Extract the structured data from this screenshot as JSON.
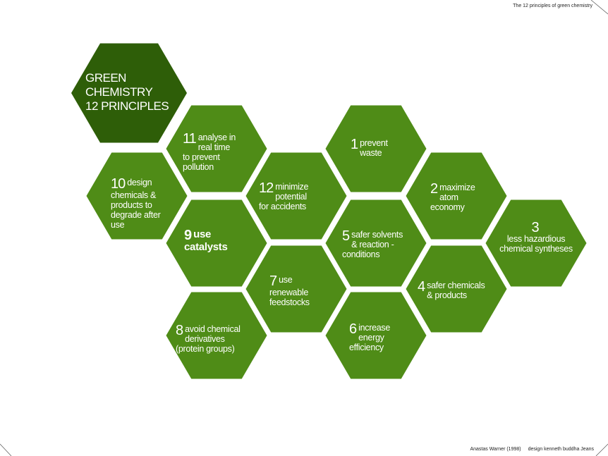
{
  "header": "The 12 principles of green chemistry",
  "title": "GREEN\nCHEMISTRY\n12 PRINCIPLES",
  "colors": {
    "hex": "#4f8c17",
    "title_hex": "#2e5e08"
  },
  "principles": [
    {
      "num": "1",
      "text": "prevent\nwaste"
    },
    {
      "num": "2",
      "text": "maximize\natom\neconomy"
    },
    {
      "num": "3",
      "text": "less hazardious\nchemical syntheses"
    },
    {
      "num": "4",
      "text": "safer chemicals\n& products"
    },
    {
      "num": "5",
      "text": "safer solvents\n& reaction -\nconditions"
    },
    {
      "num": "6",
      "text": "increase\nenergy\nefficiency"
    },
    {
      "num": "7",
      "text": "use\nrenewable\nfeedstocks"
    },
    {
      "num": "8",
      "text": "avoid chemical\nderivatives\n(protein groups)"
    },
    {
      "num": "9",
      "text": "use\ncatalysts"
    },
    {
      "num": "10",
      "text": "design\nchemicals &\nproducts to\ndegrade after\nuse"
    },
    {
      "num": "11",
      "text": "analyse in\nreal time\nto prevent\npollution"
    },
    {
      "num": "12",
      "text": "minimize\npotential\nfor accidents"
    }
  ],
  "footer": {
    "source": "Anastas Warner (1998)",
    "credit": "design kenneth buddha Jeans"
  }
}
